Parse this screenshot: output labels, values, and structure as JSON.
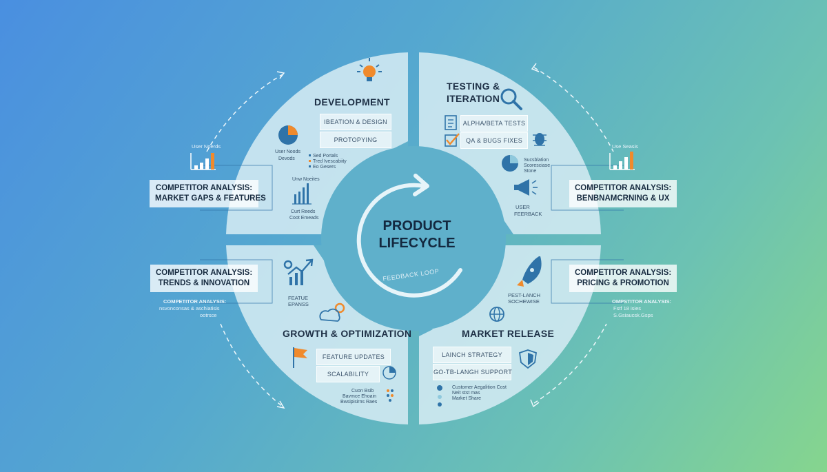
{
  "center": {
    "title_line1": "PRODUCT",
    "title_line2": "LIFECYCLE",
    "loop_label": "FEEDBACK LOOP"
  },
  "stages": {
    "development": {
      "title": "DEVELOPMENT",
      "chips": [
        "IBEATION & DESIGN",
        "PROTOPYING"
      ],
      "pie_label_line1": "User Noods",
      "pie_label_line2": "Devods",
      "legend": [
        "Sed Portals",
        "Tred Ivescabiity",
        "Eo Gesers"
      ],
      "bar_label": "Unw Noeites",
      "bottom_line1": "Curt Reeds",
      "bottom_line2": "Coot Emeads"
    },
    "testing": {
      "title_line1": "TESTING &",
      "title_line2": "ITERATION",
      "chips": [
        "ALPHA/BETA TESTS",
        "QA & BUGS FIXES"
      ],
      "pie_label_line1": "Sucsblation",
      "pie_label_line2": "Scoresciase",
      "pie_label_line3": "Stone",
      "feedback_line1": "USER",
      "feedback_line2": "FEERBACK"
    },
    "growth": {
      "title": "GROWTH & OPTIMIZATION",
      "chips": [
        "FEATURE UPDATES",
        "SCALABILITY"
      ],
      "feature_line1": "FEATUE",
      "feature_line2": "EPANSS",
      "legend": [
        "Cuon Bsib",
        "Bavmce Ehoain",
        "Bwsipisirns Raes"
      ]
    },
    "release": {
      "title": "MARKET RELEASE",
      "chips": [
        "LAINCH STRATEGY",
        "GO-TB-LANGH SUPPORT"
      ],
      "launch_line1": "PEST-LANCH",
      "launch_line2": "SOCHEWISE",
      "legend": [
        "Customer Aegalition Cost",
        "Neit stst mas",
        "Market Share"
      ]
    }
  },
  "competitors": {
    "left_top": {
      "line1": "COMPETITOR ANALYSIS:",
      "line2": "MARKET GAPS & FEATURES"
    },
    "right_top": {
      "line1": "COMPETITOR ANALYSIS:",
      "line2": "BENBNAMCRNING & UX"
    },
    "left_bottom": {
      "line1": "COMPETITOR ANALYSIS:",
      "line2": "TRENDS & INNOVATION"
    },
    "right_bottom": {
      "line1": "COMPETITOR ANALYSIS:",
      "line2": "PRICING & PROMOTION"
    }
  },
  "side_notes": {
    "left_chart_label": "User Noerds",
    "right_chart_label": "Use Seasis",
    "left_note_line1": "COMPETITOR ANALYSIS:",
    "left_note_line2": "nsvonconsas & aschiatisis",
    "left_note_line3": "ootrsce",
    "right_note_line1": "OMPSTITOR ANALYSIS:",
    "right_note_line2": "Fstf 18 isies",
    "right_note_line3": "S.Gsiaucsk.Gsps"
  },
  "colors": {
    "ring": "#c9e6f0",
    "hub": "#5fb0cb",
    "accent_orange": "#f08a2c",
    "accent_blue": "#2f73a8",
    "text_dark": "#172b40"
  }
}
